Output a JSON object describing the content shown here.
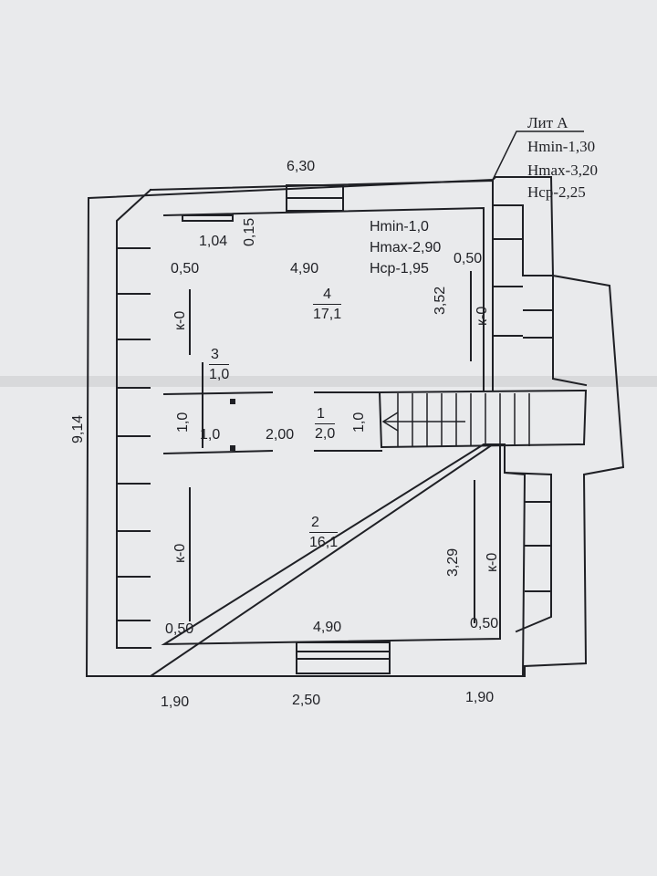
{
  "colors": {
    "paper": "#e9eaec",
    "ink": "#1f2025",
    "fold": "#b9babd"
  },
  "lit": {
    "title": "Лит А",
    "hmin": "Hmin-1,30",
    "hmax": "Hmax-3,20",
    "hsr": "Hср-2,25"
  },
  "room4_heights": {
    "hmin": "Hmin-1,0",
    "hmax": "Hmax-2,90",
    "hsr": "Hср-1,95"
  },
  "rooms": [
    {
      "number": "4",
      "area": "17,1"
    },
    {
      "number": "3",
      "area": "1,0"
    },
    {
      "number": "1",
      "area": "2,0"
    },
    {
      "number": "2",
      "area": "16,1"
    }
  ],
  "dimensions": {
    "top_width": "6,30",
    "total_height": "9,14",
    "room4_width": "4,90",
    "room2_width": "4,90",
    "room4_depth": "3,52",
    "room2_depth": "3,29",
    "ledge_width": "1,04",
    "ledge_depth": "0,15",
    "offset_top_left": "0,50",
    "offset_top_right": "0,50",
    "offset_bottom_left": "0,50",
    "offset_bottom_right": "0,50",
    "room3_width": "1,0",
    "room3_height": "1,0",
    "hall_width": "2,00",
    "hall_height": "1,0",
    "bottom_left": "1,90",
    "bottom_mid": "2,50",
    "bottom_right": "1,90"
  },
  "knee_wall_label": "к-0"
}
